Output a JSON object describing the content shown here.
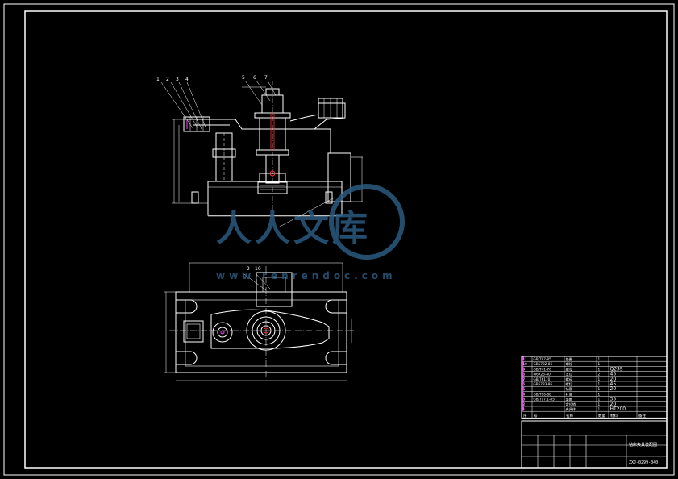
{
  "leaders_top": [
    "1",
    "2",
    "3",
    "4",
    "5",
    "6",
    "7"
  ],
  "leaders_bottom": [
    "2",
    "10"
  ],
  "parts_table": {
    "rows": [
      {
        "code": "GB/T97-85",
        "name": "垫圈",
        "qty": "1",
        "mat": "",
        "note": ""
      },
      {
        "code": "GB5782-86",
        "name": "螺栓",
        "qty": "1",
        "mat": "",
        "note": ""
      },
      {
        "code": "GB/T41-76",
        "name": "螺母",
        "qty": "1",
        "mat": "Q235",
        "note": ""
      },
      {
        "code": "M6X25-40",
        "name": "支钉",
        "qty": "2",
        "mat": "45",
        "note": ""
      },
      {
        "code": "GB/T6170",
        "name": "螺母",
        "qty": "1",
        "mat": "20",
        "note": ""
      },
      {
        "code": "GB5783-86",
        "name": "螺钉",
        "qty": "1",
        "mat": "45",
        "note": ""
      },
      {
        "code": "",
        "name": "钻套",
        "qty": "1",
        "mat": "20",
        "note": ""
      },
      {
        "code": "GB/T16-88",
        "name": "衬套",
        "qty": "1",
        "mat": "",
        "note": ""
      },
      {
        "code": "GB/T97.1-85",
        "name": "垫圈",
        "qty": "1",
        "mat": "35",
        "note": ""
      },
      {
        "code": "",
        "name": "定位销",
        "qty": "1",
        "mat": "20",
        "note": ""
      },
      {
        "code": "",
        "name": "夹具体",
        "qty": "1",
        "mat": "HT200",
        "note": ""
      }
    ],
    "header": [
      "序",
      "号",
      "名称",
      "数量",
      "材料",
      "备注"
    ],
    "title_block_name": "钻床夹具装配图",
    "drawing_no": "ZXJ-0299-040"
  },
  "watermark": {
    "brand": "人人文库",
    "url": "www.renrendoc.com"
  },
  "colors": {
    "background": "#000000",
    "lines": "#ffffff",
    "dim": "#ffffff",
    "accent_red": "#ff3030",
    "accent_magenta": "#ff40ff",
    "watermark": "#2a5a80"
  }
}
